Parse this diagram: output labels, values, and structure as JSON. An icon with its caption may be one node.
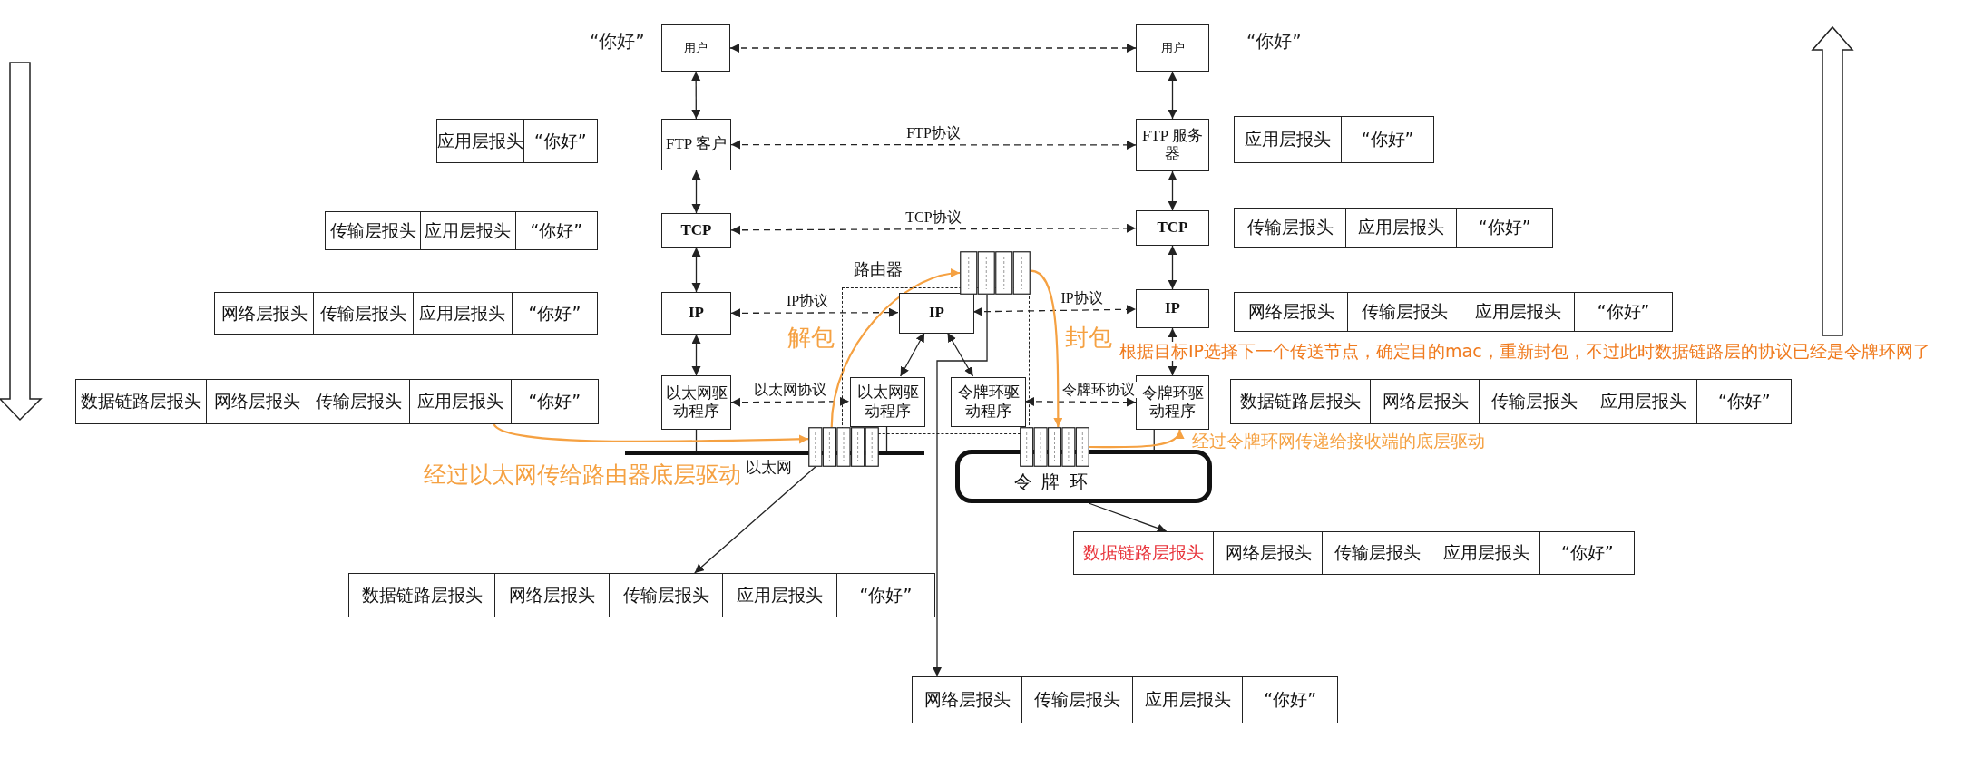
{
  "diagram": {
    "nodes": [
      {
        "text": [
          "用户"
        ]
      },
      {
        "text": [
          "用户"
        ]
      },
      {
        "text": [
          "应用层报头",
          "“你好”"
        ]
      },
      {
        "text": [
          "FTP 客户"
        ]
      },
      {
        "text": [
          "FTP 服务器"
        ]
      },
      {
        "text": [
          "应用层报头",
          "“你好”"
        ]
      },
      {
        "text": [
          "传输层报头",
          "应用层报头",
          "“你好”"
        ]
      },
      {
        "text": [
          "TCP"
        ]
      },
      {
        "text": [
          "TCP"
        ]
      },
      {
        "text": [
          "传输层报头",
          "应用层报头",
          "“你好”"
        ]
      },
      {
        "text": [],
        "shape": "picture"
      },
      {
        "text": [
          "路由器"
        ]
      },
      {
        "text": [
          "网络层报头",
          "传输层报头",
          "应用层报头",
          "“你好”"
        ]
      },
      {
        "text": [
          "IP"
        ]
      },
      {
        "text": [
          "IP"
        ],
        "in": 11
      },
      {
        "text": [
          "IP"
        ]
      },
      {
        "text": [
          "网络层报头",
          "传输层报头",
          "应用层报头",
          "“你好”"
        ]
      },
      {
        "text": [
          "数据链路层报头",
          "网络层报头",
          "传输层报头",
          "应用层报头",
          "“你好”"
        ]
      },
      {
        "text": [
          "以太网驱动程序"
        ]
      },
      {
        "text": [
          "以太网驱动程序"
        ],
        "in": 11
      },
      {
        "text": [
          "令牌环驱动程序"
        ],
        "in": 11
      },
      {
        "text": [
          "令牌环驱动程序"
        ]
      },
      {
        "text": [
          "数据链路层报头",
          "网络层报头",
          "传输层报头",
          "应用层报头",
          "“你好”"
        ]
      },
      {
        "text": [],
        "shape": "picture"
      },
      {
        "text": [],
        "shape": "picture"
      },
      {
        "text": [],
        "shape": "bar",
        "beside": [
          "以太网"
        ]
      },
      {
        "text": [
          "令 牌 环"
        ]
      },
      {
        "text": [
          "数据链路层报头",
          "网络层报头",
          "传输层报头",
          "应用层报头",
          "“你好”"
        ]
      },
      {
        "text": [
          "数据链路层报头",
          "网络层报头",
          "传输层报头",
          "应用层报头",
          "“你好”"
        ]
      },
      {
        "text": [
          "网络层报头",
          "传输层报头",
          "应用层报头",
          "“你好”"
        ]
      }
    ],
    "edges": [
      {
        "from": 0,
        "to": 1,
        "arrow": "both",
        "style": "dashed"
      },
      {
        "from": 0,
        "to": 3,
        "arrow": "both"
      },
      {
        "from": 1,
        "to": 4,
        "arrow": "both"
      },
      {
        "from": 3,
        "to": 4,
        "arrow": "both",
        "style": "dashed",
        "label": "FTP协议"
      },
      {
        "from": 3,
        "to": 7,
        "arrow": "both"
      },
      {
        "from": 4,
        "to": 8,
        "arrow": "both"
      },
      {
        "from": 7,
        "to": 8,
        "arrow": "both",
        "style": "dashed",
        "label": "TCP协议"
      },
      {
        "from": 7,
        "to": 13,
        "arrow": "both"
      },
      {
        "from": 8,
        "to": 15,
        "arrow": "both"
      },
      {
        "from": 13,
        "to": 14,
        "arrow": "both",
        "style": "dashed",
        "label": "IP协议"
      },
      {
        "from": 14,
        "to": 15,
        "arrow": "both",
        "style": "dashed",
        "label": "IP协议"
      },
      {
        "from": 13,
        "to": 18,
        "arrow": "both"
      },
      {
        "from": 15,
        "to": 21,
        "arrow": "both"
      },
      {
        "from": 14,
        "to": 19,
        "arrow": "both"
      },
      {
        "from": 14,
        "to": 20,
        "arrow": "both"
      },
      {
        "from": 18,
        "to": 19,
        "arrow": "both",
        "style": "dashed",
        "label": "以太网协议"
      },
      {
        "from": 20,
        "to": 21,
        "arrow": "both",
        "style": "dashed",
        "label": "令牌环协议"
      },
      {
        "from": 18,
        "to": 25,
        "arrow": "none"
      },
      {
        "from": 19,
        "to": 25,
        "arrow": "none"
      },
      {
        "from": 21,
        "to": 26,
        "arrow": "none"
      },
      {
        "from": 17,
        "to": 23,
        "arrow": "to",
        "color": "#f5a142",
        "label": "经过以太网传给路由器底层驱动"
      },
      {
        "from": 23,
        "to": 10,
        "arrow": "to",
        "color": "#f5a142",
        "label": "解包"
      },
      {
        "from": 10,
        "to": 24,
        "arrow": "to",
        "color": "#f5a142",
        "label": "封包"
      },
      {
        "from": 24,
        "to": 21,
        "arrow": "to",
        "color": "#f5a142",
        "label": "经过令牌环网传递给接收端的底层驱动"
      },
      {
        "from": 23,
        "to": 28,
        "arrow": "to"
      },
      {
        "from": 10,
        "to": 29,
        "arrow": "to"
      },
      {
        "from": 26,
        "to": 27,
        "arrow": "to"
      }
    ],
    "labels": [
      "“你好”",
      "“你好”",
      "根据目标IP选择下一个传送节点，确定目的mac，重新封包，不过此时数据链路层的协议已经是令牌环网了"
    ]
  }
}
